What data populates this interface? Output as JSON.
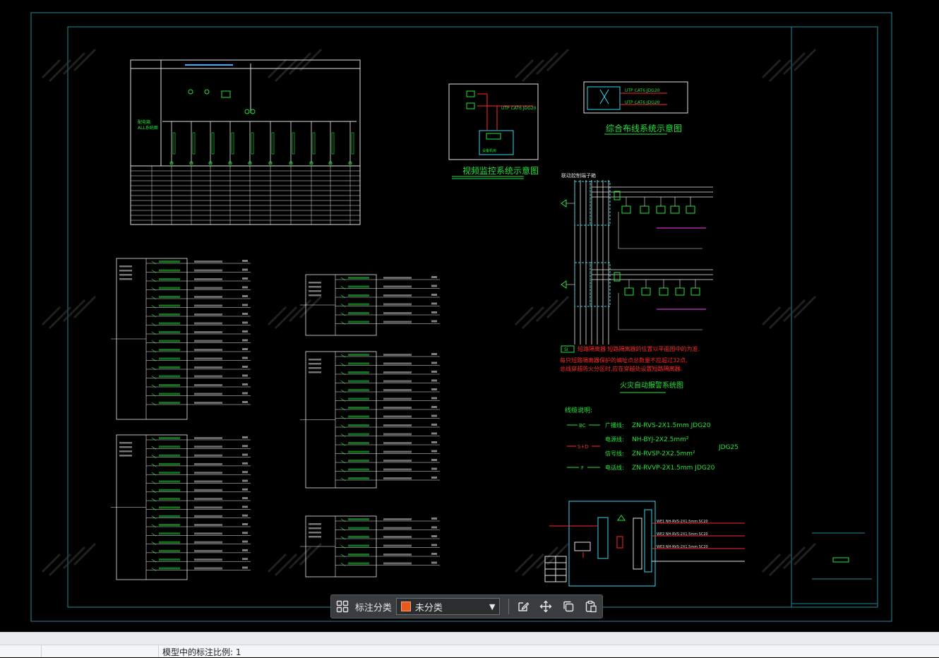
{
  "drawing": {
    "captions": {
      "video_monitor": "视频监控系统示意图",
      "cabling": "综合布线系统示意图",
      "fire_alarm": "火灾自动报警系统图"
    },
    "cable_legend": {
      "heading": "线缆说明:",
      "rows": [
        {
          "mark": "BC",
          "name": "广播线:",
          "spec": "ZN-RVS-2X1.5mm  JDG20"
        },
        {
          "mark": "S+D",
          "name": "电源线:",
          "spec": "NH-BYJ-2X2.5mm²"
        },
        {
          "mark": "",
          "name": "信号线:",
          "spec": "ZN-RVSP-2X2.5mm²"
        },
        {
          "mark": "F",
          "name": "电话线:",
          "spec": "ZN-RVVP-2X1.5mm  JDG20"
        }
      ],
      "conduit": "JDG25"
    },
    "fire_notes": [
      "短路隔离器   短路隔离器的位置以平面图中的为准.",
      "每只短路隔离器保护的编址点总数量不应超过32点.",
      "总线穿越防火分区时,应在穿越处设置短路隔离器."
    ],
    "fire_terminal_label": "联动控制端子箱"
  },
  "toolbar": {
    "label": "标注分类",
    "selected": "未分类",
    "swatch_color": "#e85a1a",
    "icons": [
      "grid-icon",
      "edit-icon",
      "move-icon",
      "copy-icon",
      "paste-icon"
    ]
  },
  "status": {
    "scale_text": "模型中的标注比例: 1"
  },
  "colors": {
    "green": "#22e23a",
    "cyan": "#39d6e8",
    "red": "#ff2828",
    "magenta": "#ff3cff",
    "white": "#e8e8e8"
  }
}
